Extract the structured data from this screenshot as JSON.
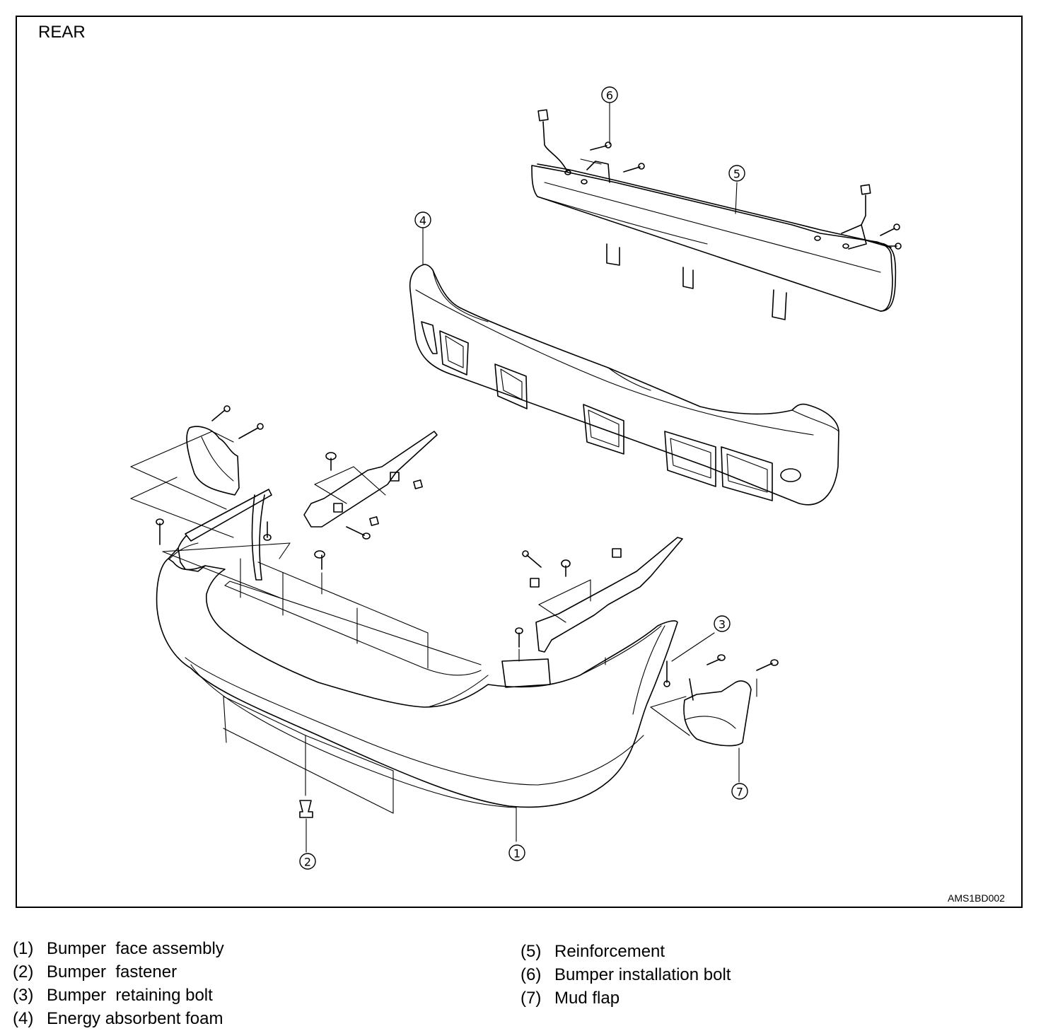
{
  "view_label": "REAR",
  "figure_code": "AMS1BD002",
  "callouts": {
    "c1": "1",
    "c2": "2",
    "c3": "3",
    "c4": "4",
    "c5": "5",
    "c6": "6",
    "c7": "7"
  },
  "legend": [
    {
      "num": "(1)",
      "text": "Bumper  face assembly"
    },
    {
      "num": "(2)",
      "text": "Bumper  fastener"
    },
    {
      "num": "(3)",
      "text": "Bumper  retaining bolt"
    },
    {
      "num": "(4)",
      "text": "Energy absorbent foam"
    },
    {
      "num": "(5)",
      "text": "Reinforcement"
    },
    {
      "num": "(6)",
      "text": "Bumper installation bolt"
    },
    {
      "num": "(7)",
      "text": "Mud flap"
    }
  ]
}
